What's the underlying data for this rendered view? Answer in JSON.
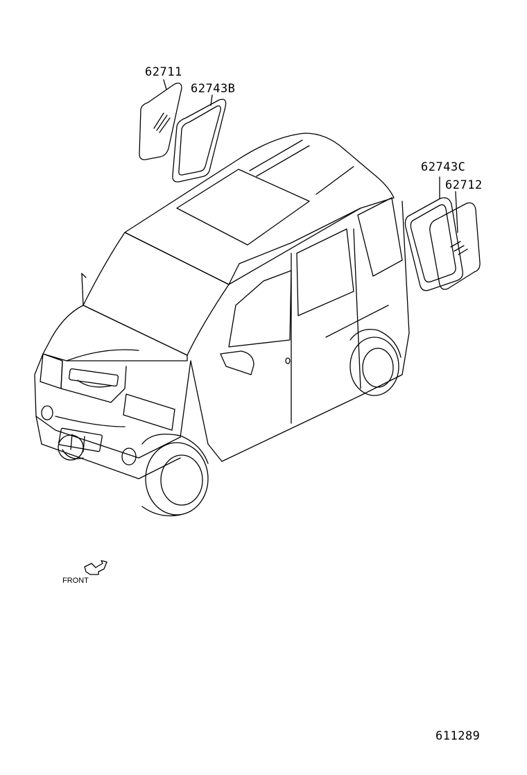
{
  "parts": {
    "rear_quarter_glass_left": "62711",
    "weatherstrip_left": "62743B",
    "weatherstrip_right": "62743C",
    "rear_quarter_glass_right": "62712"
  },
  "direction_label": "FRONT",
  "illustration_number": "611289",
  "colors": {
    "line": "#000000",
    "background": "#ffffff"
  }
}
